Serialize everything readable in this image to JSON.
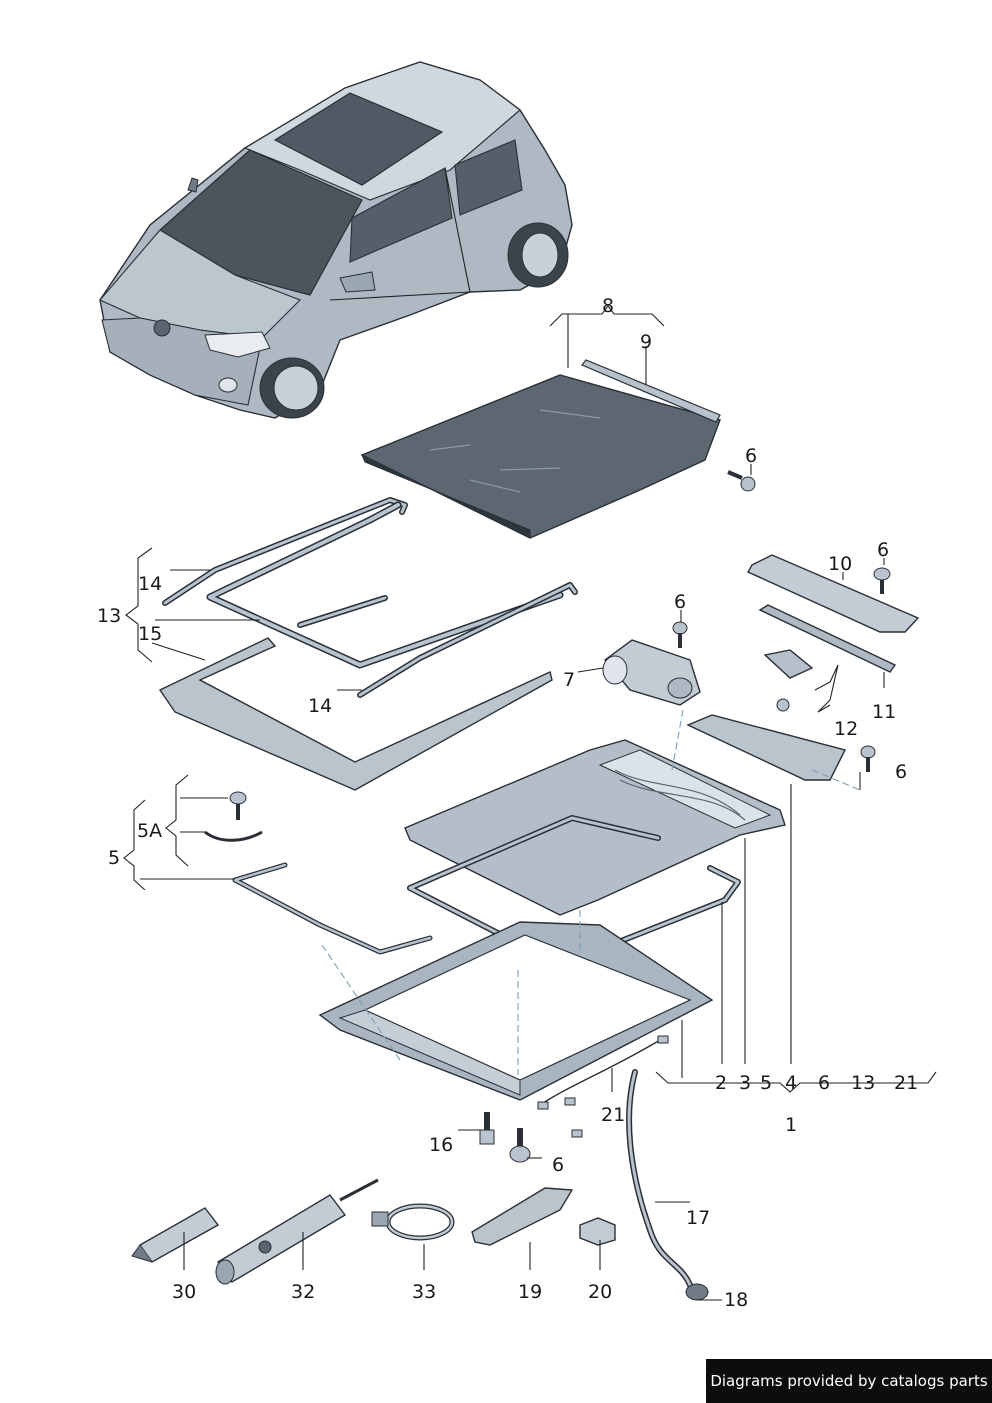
{
  "colors": {
    "part_fill": "#b9c3cd",
    "part_dark": "#8a96a2",
    "glass": "#4f5a64",
    "outline": "#2a2f36",
    "dash_line": "#7aa0b4",
    "footer_bg": "#0d0d0d"
  },
  "labels": {
    "n8": "8",
    "n9": "9",
    "n6a": "6",
    "n10": "10",
    "n6b": "6",
    "n14a": "14",
    "n13": "13",
    "n15": "15",
    "n14b": "14",
    "n6c": "6",
    "n7": "7",
    "n11": "11",
    "n12": "12",
    "n6d": "6",
    "n5A": "5A",
    "n5": "5",
    "n2": "2",
    "n3": "3",
    "n5b": "5",
    "n4": "4",
    "n6e": "6",
    "n13b": "13",
    "n21": "21",
    "n1": "1",
    "n21b": "21",
    "n16": "16",
    "n6f": "6",
    "n17": "17",
    "n30": "30",
    "n32": "32",
    "n33": "33",
    "n19": "19",
    "n20": "20",
    "n18": "18"
  },
  "footer": {
    "credit": "Diagrams provided by catalogs parts"
  }
}
